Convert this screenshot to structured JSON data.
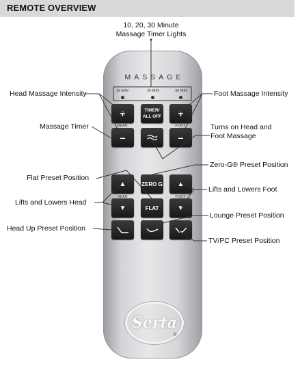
{
  "header": {
    "title": "REMOTE OVERVIEW"
  },
  "callouts": {
    "timer_lights": "10, 20, 30 Minute\nMassage Timer Lights",
    "head_intensity": "Head Massage Intensity",
    "foot_intensity": "Foot Massage Intensity",
    "massage_timer": "Massage Timer",
    "turns_on": "Turns on Head and\nFoot Massage",
    "zero_g": "Zero-G® Preset Position",
    "flat": "Flat Preset Position",
    "lifts_foot": "Lifts and Lowers Foot",
    "lifts_head": "Lifts and Lowers Head",
    "lounge": "Lounge Preset Position",
    "head_up": "Head Up Preset Position",
    "tv_pc": "TV/PC Preset Position"
  },
  "remote": {
    "massage_label": "MASSAGE",
    "timer_labels": [
      "10 MIN",
      "20 MIN",
      "30 MIN"
    ],
    "head_label": "HEAD",
    "foot_label": "FOOT",
    "buttons": {
      "plus": "+",
      "minus": "–",
      "timer": "TIMER/\nALL OFF",
      "zero_g": "ZERO G",
      "flat": "FLAT",
      "up": "▲",
      "down": "▼"
    },
    "brand": "Serta",
    "registered": "®"
  },
  "colors": {
    "header_bg": "#d9d9d9",
    "remote_body": "#d3d4d7",
    "button": "#222222"
  }
}
